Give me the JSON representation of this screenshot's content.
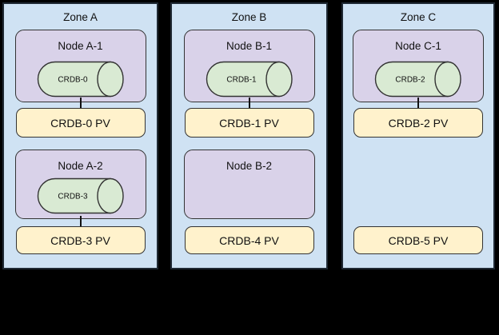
{
  "diagram": {
    "colors": {
      "zone_fill": "#cfe2f3",
      "node_fill": "#d9d2e9",
      "pod_fill": "#d9ead3",
      "pv_fill": "#fff2cc",
      "bg": "#000000"
    },
    "zones": [
      {
        "title": "Zone A",
        "nodes": [
          {
            "label": "Node A-1",
            "pod": "CRDB-0"
          },
          {
            "label": "Node A-2",
            "pod": "CRDB-3"
          }
        ],
        "pvs": [
          {
            "label": "CRDB-0 PV",
            "connected": true
          },
          {
            "label": "CRDB-3 PV",
            "connected": true
          }
        ]
      },
      {
        "title": "Zone B",
        "nodes": [
          {
            "label": "Node B-1",
            "pod": "CRDB-1"
          },
          {
            "label": "Node B-2",
            "pod": null
          }
        ],
        "pvs": [
          {
            "label": "CRDB-1 PV",
            "connected": true
          },
          {
            "label": "CRDB-4 PV",
            "connected": false
          }
        ]
      },
      {
        "title": "Zone C",
        "nodes": [
          {
            "label": "Node C-1",
            "pod": "CRDB-2"
          }
        ],
        "pvs": [
          {
            "label": "CRDB-2 PV",
            "connected": true
          },
          {
            "label": "CRDB-5 PV",
            "connected": false
          }
        ]
      }
    ]
  }
}
